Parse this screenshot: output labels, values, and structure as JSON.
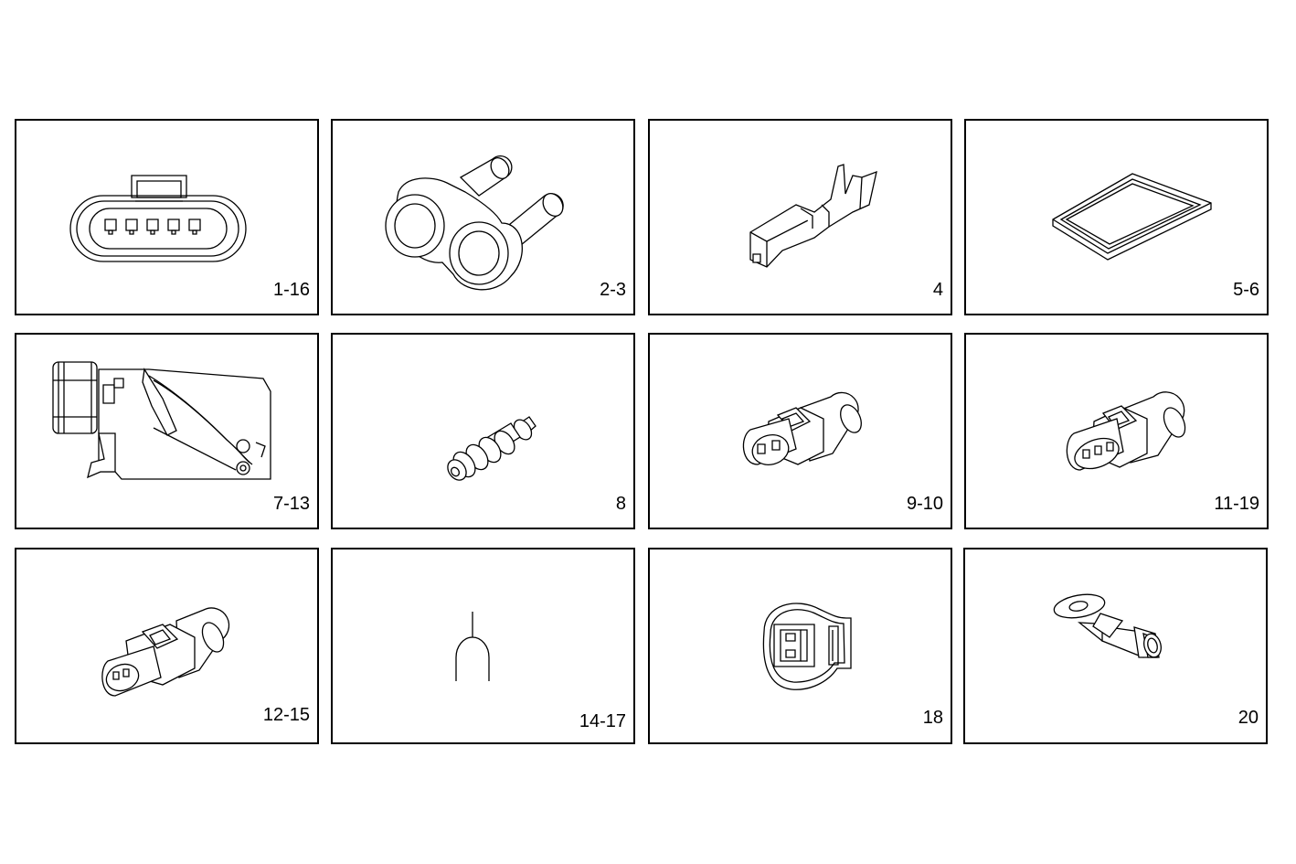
{
  "diagram": {
    "tiles": [
      {
        "label": "1-16",
        "icon": "five-pin-connector-face-icon"
      },
      {
        "label": "2-3",
        "icon": "double-seal-boot-icon"
      },
      {
        "label": "4",
        "icon": "crimp-terminal-icon"
      },
      {
        "label": "5-6",
        "icon": "gasket-icon"
      },
      {
        "label": "7-13",
        "icon": "connector-housing-cutaway-icon"
      },
      {
        "label": "8",
        "icon": "wire-seal-icon"
      },
      {
        "label": "9-10",
        "icon": "two-way-connector-icon"
      },
      {
        "label": "11-19",
        "icon": "three-way-connector-icon"
      },
      {
        "label": "12-15",
        "icon": "two-way-connector-small-icon"
      },
      {
        "label": "14-17",
        "icon": "terminal-pin-icon"
      },
      {
        "label": "18",
        "icon": "two-pin-connector-face-icon"
      },
      {
        "label": "20",
        "icon": "ring-terminal-icon"
      }
    ]
  }
}
